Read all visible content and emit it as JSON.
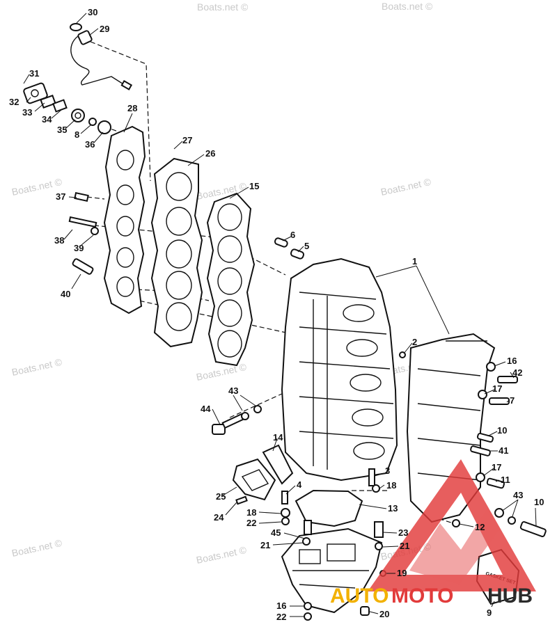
{
  "watermark": "Boats.net ©",
  "brand": {
    "part1": "AUTO",
    "part2": "MOTO",
    "part3": "HUB",
    "gasket_text": "GASKET SET"
  },
  "colors": {
    "logo_red": "#e23b3b",
    "logo_gold": "#f2b100",
    "logo_dark": "#2b2b2b",
    "line": "#111111"
  },
  "callouts": [
    "30",
    "29",
    "31",
    "32",
    "33",
    "34",
    "35",
    "8",
    "36",
    "28",
    "27",
    "26",
    "15",
    "37",
    "38",
    "39",
    "40",
    "6",
    "5",
    "1",
    "2",
    "16",
    "42",
    "17",
    "7",
    "43",
    "44",
    "10",
    "41",
    "14",
    "3",
    "18",
    "4",
    "17",
    "11",
    "43",
    "10",
    "25",
    "24",
    "13",
    "18",
    "22",
    "45",
    "21",
    "23",
    "12",
    "21",
    "19",
    "16",
    "22",
    "20",
    "9"
  ]
}
